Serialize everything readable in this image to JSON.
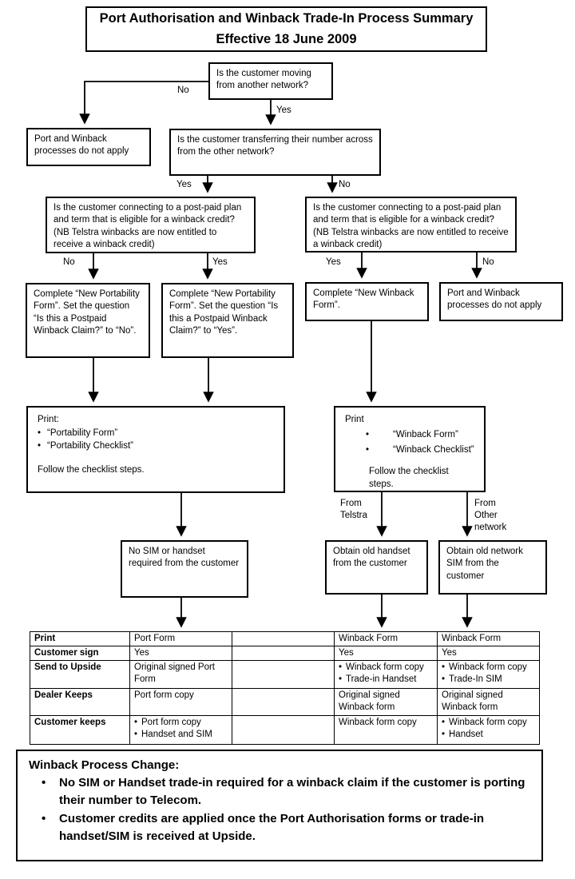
{
  "title": {
    "line1": "Port Authorisation and Winback Trade-In Process Summary",
    "line2": "Effective 18 June 2009"
  },
  "nodes": {
    "decision_moving": "Is the customer moving from another network?",
    "terminal_left": "Port and Winback processes do not apply",
    "decision_transferring": "Is the customer transferring their number across from the other network?",
    "decision_eligible_left": "Is the customer connecting to a post-paid plan and term that is eligible for a winback credit? (NB Telstra winbacks are now entitled to receive a winback credit)",
    "decision_eligible_right": "Is the customer connecting to a post-paid plan and term that is eligible for a winback credit? (NB Telstra winbacks are now entitled to receive a winback credit)",
    "complete_portability_no": "Complete “New Portability Form”. Set the question “Is this a Postpaid Winback Claim?” to “No”.",
    "complete_portability_yes": "Complete “New Portability Form”. Set the question “Is this a Postpaid Winback Claim?” to “Yes”.",
    "complete_winback": "Complete “New Winback Form”.",
    "terminal_right": "Port and Winback processes do not apply",
    "print_port": {
      "title": "Print:",
      "bullets": [
        "“Portability Form”",
        "“Portability Checklist”"
      ],
      "footer": "Follow the checklist steps."
    },
    "print_winback": {
      "title": "Print",
      "bullets": [
        "“Winback Form”",
        "“Winback Checklist”"
      ],
      "footer": "Follow the checklist steps."
    },
    "no_sim": "No SIM or handset required from the customer",
    "obtain_handset": "Obtain old handset from the customer",
    "obtain_sim": "Obtain old network SIM from the customer"
  },
  "edge_labels": {
    "no1": "No",
    "yes1": "Yes",
    "yes2": "Yes",
    "no2": "No",
    "no3": "No",
    "yes3": "Yes",
    "yes4": "Yes",
    "no4": "No",
    "from_telstra": "From\nTelstra",
    "from_other": "From\nOther\nnetwork"
  },
  "table": {
    "rows": [
      {
        "header": "Print",
        "cells": [
          "Port Form",
          "",
          "Winback Form",
          "Winback Form"
        ]
      },
      {
        "header": "Customer sign",
        "cells": [
          "Yes",
          "",
          "Yes",
          "Yes"
        ]
      },
      {
        "header": "Send to Upside",
        "cells": [
          "Original signed Port Form",
          "",
          [
            "Winback form copy",
            "Trade-in Handset"
          ],
          [
            "Winback form copy",
            "Trade-In SIM"
          ]
        ]
      },
      {
        "header": "Dealer Keeps",
        "cells": [
          "Port form copy",
          "",
          "Original signed Winback form",
          "Original signed Winback form"
        ]
      },
      {
        "header": "Customer keeps",
        "cells": [
          [
            "Port form copy",
            "Handset and SIM"
          ],
          "",
          "Winback form copy",
          [
            "Winback form copy",
            "Handset"
          ]
        ]
      }
    ]
  },
  "note": {
    "heading": "Winback Process Change:",
    "bullets": [
      "No SIM or Handset trade-in required for a winback claim if the customer is porting their number to Telecom.",
      "Customer credits are applied once the Port Authorisation forms or trade-in handset/SIM is received at Upside."
    ]
  }
}
